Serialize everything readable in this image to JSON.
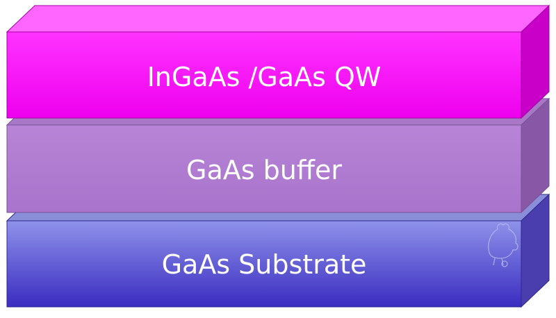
{
  "layers": [
    {
      "label": "InGaAs /GaAs QW",
      "colors": {
        "front_top": "#ff33ff",
        "front_bottom": "#ee00ee",
        "top": "#ff66ff",
        "side": "#c800c8",
        "edge": "#a000a0"
      }
    },
    {
      "label": "GaAs buffer",
      "colors": {
        "front_top": "#b784d6",
        "front_bottom": "#a874cc",
        "top": "#a878c6",
        "side": "#8858a6",
        "edge": "#7a4f98"
      }
    },
    {
      "label": "GaAs Substrate",
      "colors": {
        "front_top": "#8f92ea",
        "front_bottom": "#3a2cc0",
        "top": "#8a8ed8",
        "side": "#4a3eae",
        "edge": "#2e2890"
      }
    }
  ],
  "decoration": {
    "icon": "rooster-watermark-icon"
  }
}
